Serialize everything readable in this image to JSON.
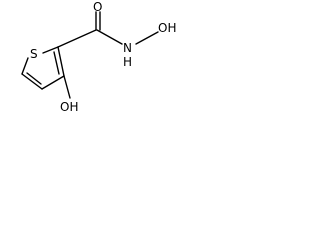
{
  "molecule": {
    "atoms": {
      "sulfur": "S",
      "carbonyl_oxygen": "O",
      "amide_nitrogen": "N",
      "amide_hydrogen": "H",
      "hydroxamic_oxygen_h": "OH",
      "phenol_oxygen_h": "OH"
    }
  }
}
